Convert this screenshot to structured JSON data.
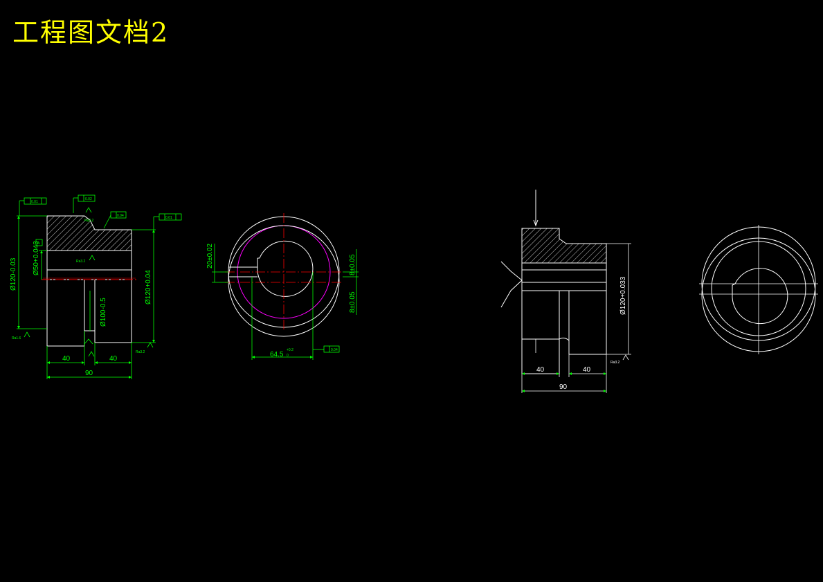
{
  "document": {
    "title": "工程图文档2"
  },
  "colors": {
    "background": "#000000",
    "title": "#FFFF00",
    "outline": "#FFFFFF",
    "dimension": "#00FF00",
    "centerline": "#FF0000",
    "pitch_circle": "#FF00FF",
    "hatch": "#FFFFFF"
  },
  "view1": {
    "dim_diameter_outer": "Ø120-0.03",
    "dim_diameter_inner": "Ø50+0.043",
    "dim_diameter_right": "Ø120+0.04",
    "dim_diameter_bore": "Ø100-0.5",
    "dim_len_left": "40",
    "dim_len_right": "40",
    "dim_total": "90",
    "gd_tol_1": "0.01",
    "gd_tol_2": "0.02",
    "gd_tol_3": "0.04",
    "gd_tol_4": "0.01",
    "datum": "A",
    "rough_1": "Ra3.2",
    "rough_2": "Ra1.6",
    "rough_3": "Ra3.2",
    "rough_4": "Ra3.2"
  },
  "view2": {
    "dim_keyway_width": "20±0.02",
    "dim_right_1": "8±0.05",
    "dim_right_2": "8±0.05",
    "dim_bottom": "64.5",
    "dim_bottom_tol": "+0.2",
    "dim_bottom_tol_low": "0",
    "gd_tol": "0.04"
  },
  "view3": {
    "dim_len_left": "40",
    "dim_len_right": "40",
    "dim_total": "90",
    "dim_diameter": "Ø120+0.033",
    "rough": "Ra3.2"
  }
}
